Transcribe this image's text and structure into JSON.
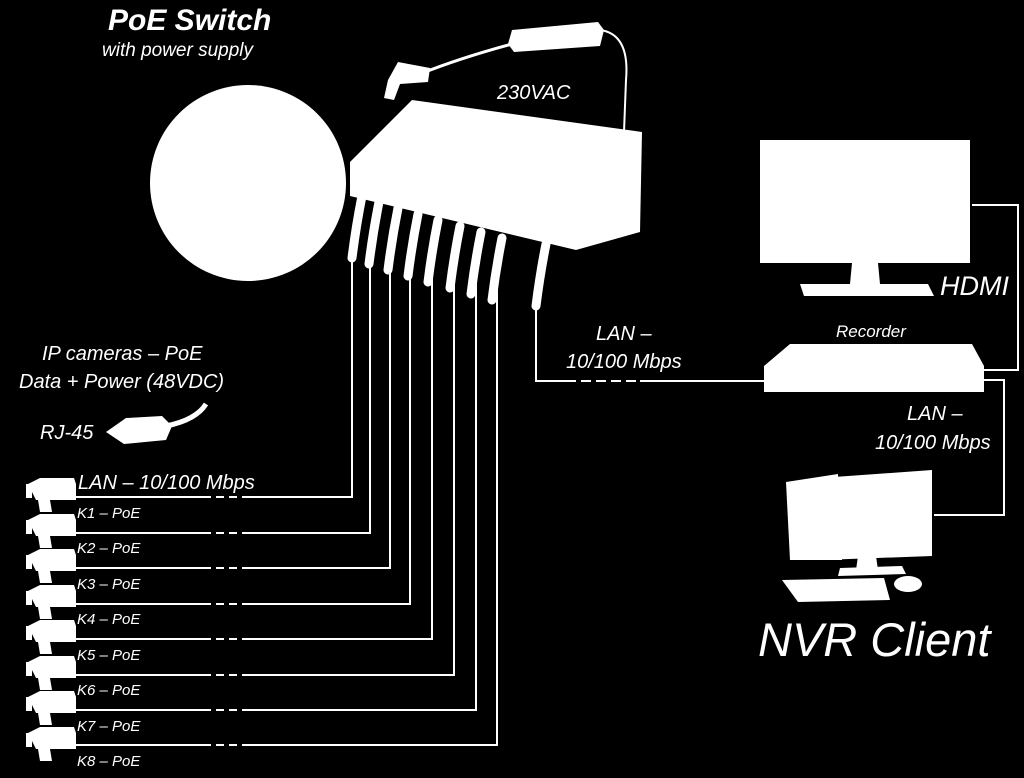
{
  "title": "PoE Switch",
  "subtitle": "with power supply",
  "power_label": "230VAC",
  "cameras_label_line1": "IP cameras – PoE",
  "cameras_label_line2": "Data + Power (48VDC)",
  "connector_label": "RJ-45",
  "camera_lan_label": "LAN – 10/100 Mbps",
  "recorder_lan_line1": "LAN –",
  "recorder_lan_line2": "10/100 Mbps",
  "recorder_label": "Recorder",
  "monitor_link_label": "HDMI",
  "client_lan_line1": "LAN –",
  "client_lan_line2": "10/100 Mbps",
  "client_label": "NVR Client",
  "cameras": [
    {
      "label": "K1 – PoE"
    },
    {
      "label": "K2 – PoE"
    },
    {
      "label": "K3 – PoE"
    },
    {
      "label": "K4 – PoE"
    },
    {
      "label": "K5 – PoE"
    },
    {
      "label": "K6 – PoE"
    },
    {
      "label": "K7 – PoE"
    },
    {
      "label": "K8 – PoE"
    }
  ]
}
